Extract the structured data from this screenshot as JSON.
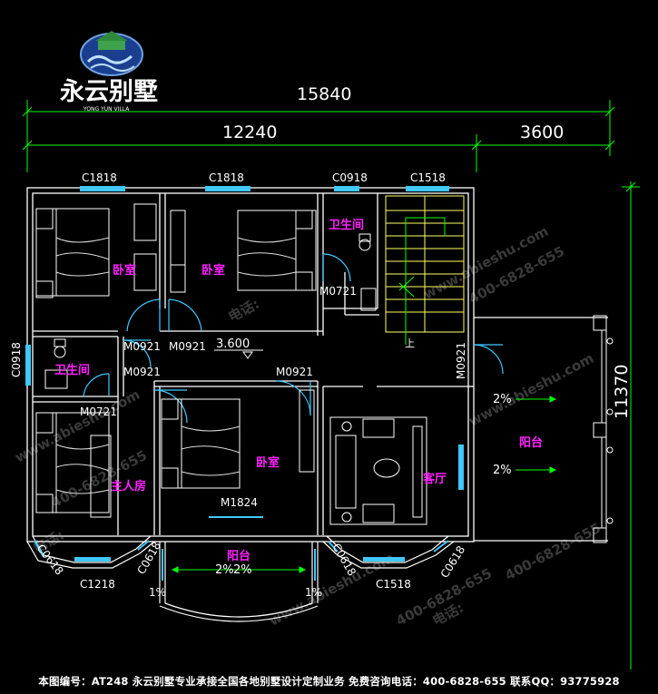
{
  "logo": {
    "name_cn": "永云别墅",
    "name_en": "YONG YUN VILLA"
  },
  "dimensions": {
    "total_width": "15840",
    "left_width": "12240",
    "right_width": "3600",
    "total_depth": "11370",
    "level_mark": "3.600",
    "slope_labels": [
      "2%",
      "2%",
      "2%",
      "2%",
      "1%",
      "1%"
    ]
  },
  "rooms": {
    "bedroom_1": "卧室",
    "bedroom_2": "卧室",
    "bedroom_3": "卧室",
    "master_bedroom": "主人房",
    "bathroom_1": "卫生间",
    "bathroom_2": "卫生间",
    "living_room": "客厅",
    "balcony_front": "阳台",
    "balcony_right": "阳台",
    "stair_up": "上"
  },
  "window_codes": {
    "w1": "C1818",
    "w2": "C1818",
    "w3": "C0918",
    "w4": "C1518",
    "w5": "C0918",
    "w6": "C1218",
    "w7": "C1518",
    "w8": "C0618",
    "w9": "C0618",
    "w10": "C0618",
    "w11": "C0618"
  },
  "door_codes": {
    "d1": "M0721",
    "d2": "M0921",
    "d3": "M0921",
    "d4": "M0921",
    "d5": "M0721",
    "d6": "M0921",
    "d7": "M0921",
    "d8": "M1824"
  },
  "watermark": [
    "www.abieshu.com",
    "400-6828-655",
    "电话:"
  ],
  "footer": "本图编号：AT248  永云别墅专业承接全国各地别墅设计定制业务  免费咨询电话：400-6828-655  联系QQ：93775928",
  "colors": {
    "background": "#000000",
    "wall": "#ffffff",
    "window": "#40c8ff",
    "dimension": "#00ff00",
    "room_label": "#ff22ff",
    "stair": "#ffff66",
    "door": "#40c8ff"
  }
}
